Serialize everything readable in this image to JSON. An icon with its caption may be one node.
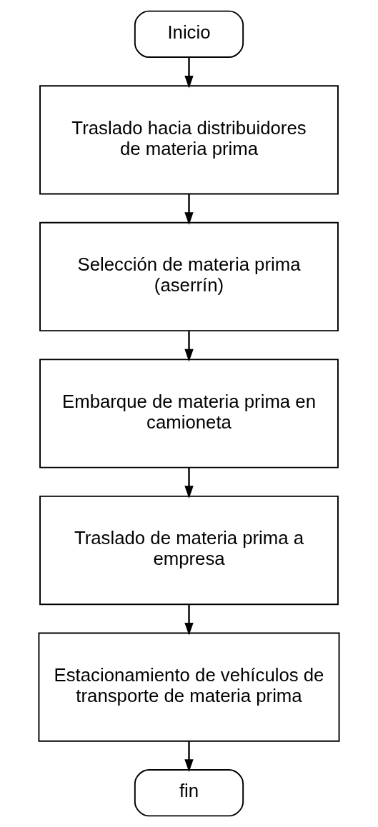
{
  "diagram": {
    "nodes": [
      {
        "text": [
          "Inicio"
        ]
      },
      {
        "text": [
          "Traslado hacia distribuidores de materia prima"
        ]
      },
      {
        "text": [
          "Selección de materia prima (aserrín)"
        ]
      },
      {
        "text": [
          "Embarque de materia prima en camioneta"
        ]
      },
      {
        "text": [
          "Traslado de materia prima a empresa"
        ]
      },
      {
        "text": [
          "Estacionamiento de vehículos de transporte de materia prima"
        ]
      },
      {
        "text": [
          "fin"
        ]
      }
    ],
    "edges": [
      {
        "from": 0,
        "to": 1,
        "arrow": "to"
      },
      {
        "from": 1,
        "to": 2,
        "arrow": "to"
      },
      {
        "from": 2,
        "to": 3,
        "arrow": "to"
      },
      {
        "from": 3,
        "to": 4,
        "arrow": "to"
      },
      {
        "from": 4,
        "to": 5,
        "arrow": "to"
      },
      {
        "from": 5,
        "to": 6,
        "arrow": "to"
      }
    ]
  }
}
